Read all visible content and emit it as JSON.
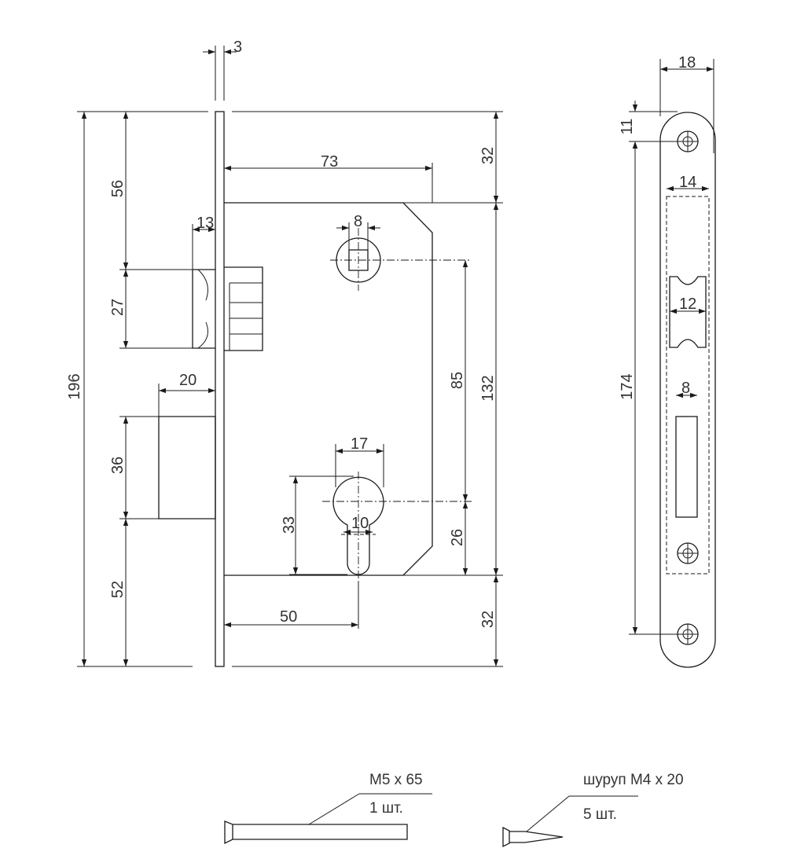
{
  "dimensions": {
    "faceplate_thickness": "3",
    "total_height": "196",
    "top_to_latch": "56",
    "latch_height": "27",
    "latch_projection": "13",
    "bolt_projection": "20",
    "bolt_height": "36",
    "bolt_to_bottom": "52",
    "backset_case": "73",
    "spindle_square": "8",
    "cylinder_width": "17",
    "cylinder_height": "33",
    "cylinder_bottom_width": "10",
    "backset": "50",
    "centre_distance": "85",
    "cylinder_to_case_bottom": "26",
    "case_height": "132",
    "top_offset": "32",
    "bottom_offset": "32"
  },
  "strike_plate": {
    "width": "18",
    "top_hole_offset": "11",
    "hole_spacing": "174",
    "latch_opening_width": "14",
    "latch_slot_width": "12",
    "bolt_opening_width": "8"
  },
  "accessories": [
    {
      "label": "M5 x 65",
      "qty": "1 шт."
    },
    {
      "label": "шуруп M4 x 20",
      "qty": "5 шт."
    }
  ]
}
